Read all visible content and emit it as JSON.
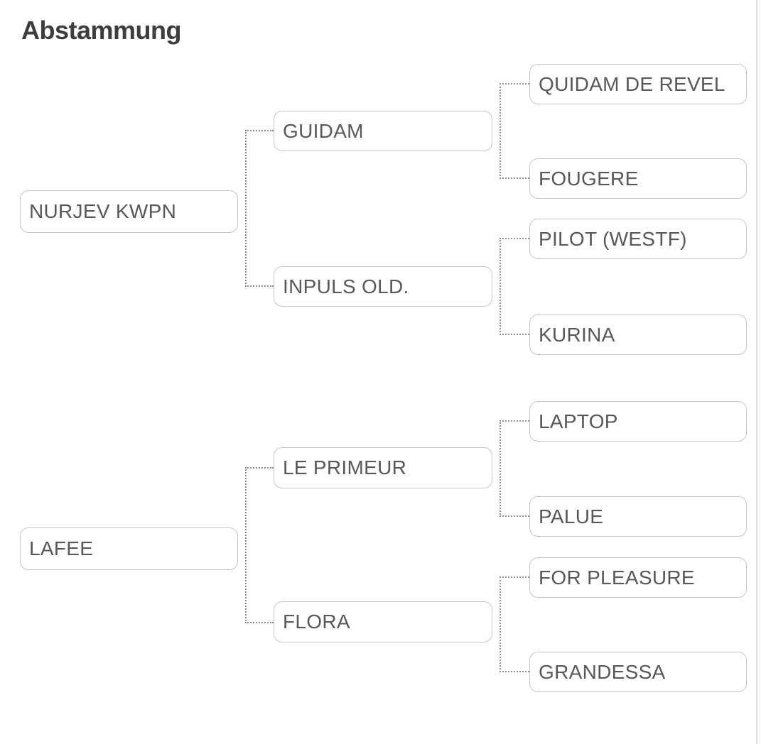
{
  "page": {
    "title": "Abstammung"
  },
  "colors": {
    "background": "#ffffff",
    "title_text": "#3d3d3d",
    "box_text": "#57585a",
    "box_border": "#c6c6c6",
    "connector": "#8d8d8d",
    "edge_divider": "#e0e0e0"
  },
  "pedigree": {
    "subjects": [
      {
        "name": "NURJEV KWPN",
        "sire": {
          "name": "GUIDAM",
          "sire": {
            "name": "QUIDAM DE REVEL"
          },
          "dam": {
            "name": "FOUGERE"
          }
        },
        "dam": {
          "name": "INPULS OLD.",
          "sire": {
            "name": "PILOT (WESTF)"
          },
          "dam": {
            "name": "KURINA"
          }
        }
      },
      {
        "name": "LAFEE",
        "sire": {
          "name": "LE PRIMEUR",
          "sire": {
            "name": "LAPTOP"
          },
          "dam": {
            "name": "PALUE"
          }
        },
        "dam": {
          "name": "FLORA",
          "sire": {
            "name": "FOR PLEASURE"
          },
          "dam": {
            "name": "GRANDESSA"
          }
        }
      }
    ]
  }
}
